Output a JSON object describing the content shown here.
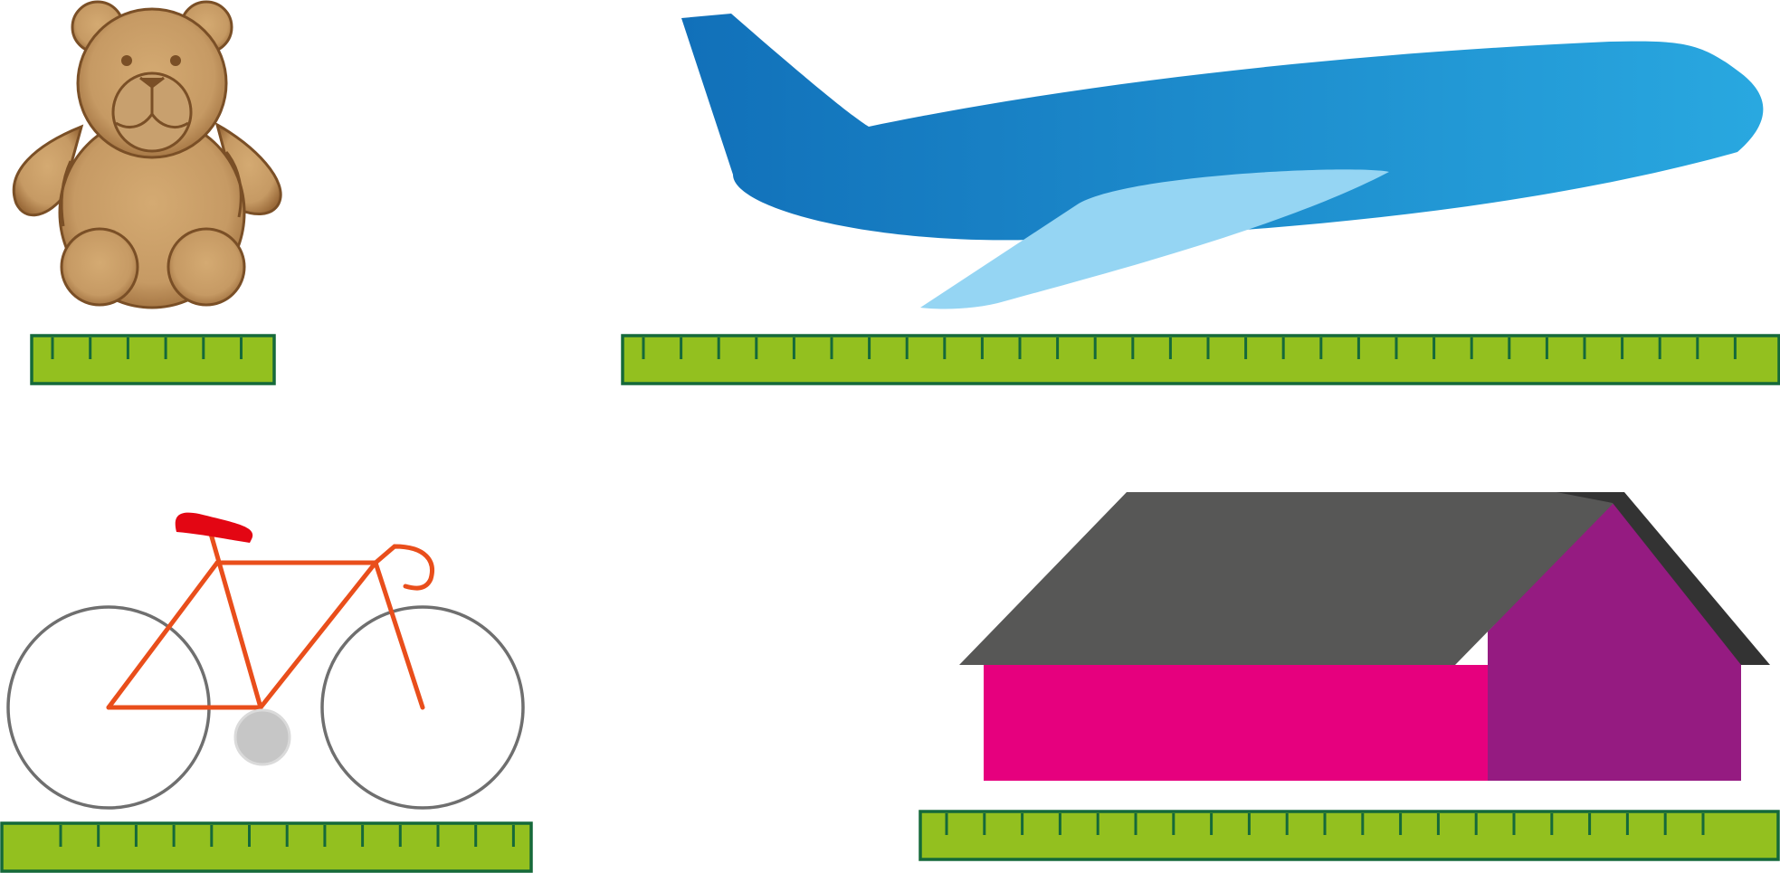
{
  "objects": [
    {
      "name": "teddy bear",
      "icon": "teddy-bear-icon",
      "ruler_ticks": 6
    },
    {
      "name": "airplane",
      "icon": "airplane-icon",
      "ruler_ticks": 30
    },
    {
      "name": "bicycle",
      "icon": "bicycle-icon",
      "ruler_ticks": 13
    },
    {
      "name": "house",
      "icon": "house-icon",
      "ruler_ticks": 21
    }
  ],
  "colors": {
    "ruler_fill": "#93c01f",
    "ruler_stroke": "#15693a",
    "bear_fill": "#c69a64",
    "bear_stroke": "#7a4f26",
    "plane_dark": "#1170b9",
    "plane_light": "#29a8e0",
    "plane_wing": "#95d5f3",
    "bike_frame": "#e94e1b",
    "bike_seat": "#e30613",
    "bike_wheel": "#6f6f6f",
    "bike_pedal": "#c6c6c6",
    "house_front": "#e6007e",
    "house_side": "#951b81",
    "roof": "#575756",
    "roof_edge": "#333333"
  }
}
